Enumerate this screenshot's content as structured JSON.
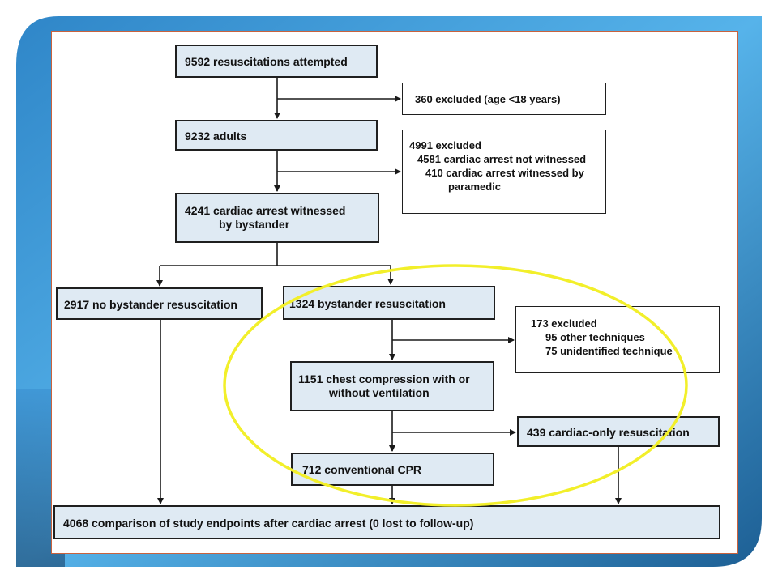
{
  "colors": {
    "slide_blue_light": "#56b3ea",
    "slide_blue_dark": "#1d5f94",
    "box_fill": "#dfeaf3",
    "highlight_ellipse": "#f2ef2a",
    "page_border": "#c9623d"
  },
  "flowchart": {
    "attempted": "9592 resuscitations attempted",
    "excluded_age": "360 excluded (age <18 years)",
    "adults": "9232 adults",
    "excluded_witness": {
      "total": "4991 excluded",
      "not_witnessed": "4581 cardiac arrest not witnessed",
      "paramedic_l1": "410 cardiac arrest witnessed by",
      "paramedic_l2": "paramedic"
    },
    "witnessed": {
      "l1": "4241 cardiac arrest witnessed",
      "l2": "by bystander"
    },
    "no_bystander": "2917 no bystander resuscitation",
    "bystander": "1324 bystander resuscitation",
    "excluded_technique": {
      "total": "173 excluded",
      "other": "95 other techniques",
      "unidentified": "75 unidentified technique"
    },
    "chest": {
      "l1": "1151 chest compression with or",
      "l2": "without ventilation"
    },
    "cardiac_only": "439 cardiac-only resuscitation",
    "conventional": "712 conventional CPR",
    "comparison": "4068 comparison of study endpoints after cardiac arrest (0 lost to follow-up)"
  }
}
